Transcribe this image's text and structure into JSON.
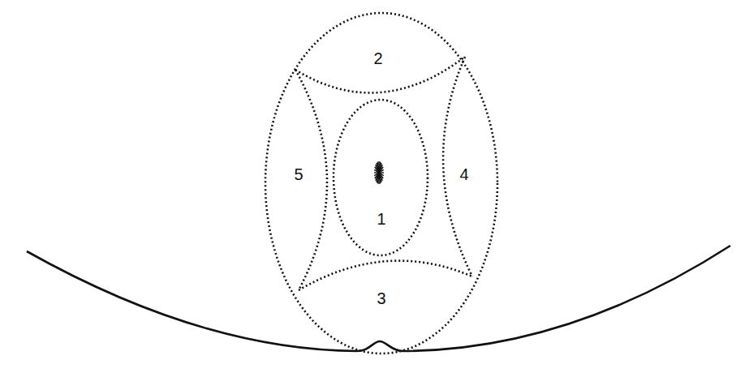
{
  "diagram": {
    "labels": [
      "2",
      "5",
      "4",
      "1",
      "3"
    ]
  }
}
